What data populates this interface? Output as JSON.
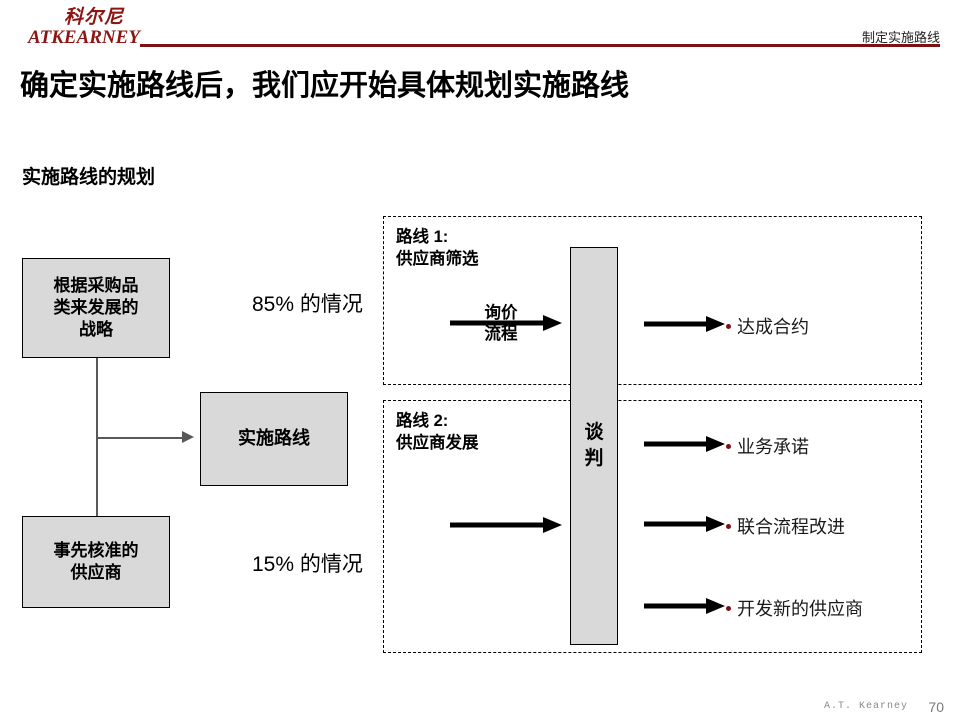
{
  "header": {
    "logo_cn": "科尔尼",
    "logo_en": "ATKEARNEY",
    "right_label": "制定实施路线"
  },
  "title": "确定实施路线后，我们应开始具体规划实施路线",
  "subtitle": "实施路线的规划",
  "left_boxes": [
    {
      "id": "strategy",
      "text": "根据采购品\n类来发展的\n战略"
    },
    {
      "id": "approved-supplier",
      "text": "事先核准的\n供应商"
    }
  ],
  "center_box": {
    "id": "implementation-route",
    "text": "实施路线"
  },
  "percent_labels": [
    {
      "id": "pct-85",
      "text": "85% 的情况"
    },
    {
      "id": "pct-15",
      "text": "15% 的情况"
    }
  ],
  "routes": [
    {
      "id": "route-1",
      "label_line1": "路线 1:",
      "label_line2": "供应商筛选",
      "arrow_label_line1": "询价",
      "arrow_label_line2": "流程"
    },
    {
      "id": "route-2",
      "label_line1": "路线 2:",
      "label_line2": "供应商发展",
      "arrow_label_line1": "",
      "arrow_label_line2": ""
    }
  ],
  "negotiation_box": {
    "id": "negotiation",
    "char1": "谈",
    "char2": "判"
  },
  "outcomes": [
    {
      "id": "outcome-contract",
      "text": "达成合约"
    },
    {
      "id": "outcome-commitment",
      "text": "业务承诺"
    },
    {
      "id": "outcome-process",
      "text": "联合流程改进"
    },
    {
      "id": "outcome-new-supplier",
      "text": "开发新的供应商"
    }
  ],
  "footer": {
    "brand": "A.T. Kearney",
    "page": "70"
  },
  "colors": {
    "brand_red": "#8c1513",
    "rule_red": "#7b1113",
    "box_fill": "#d9d9d9",
    "connector": "#595959"
  }
}
